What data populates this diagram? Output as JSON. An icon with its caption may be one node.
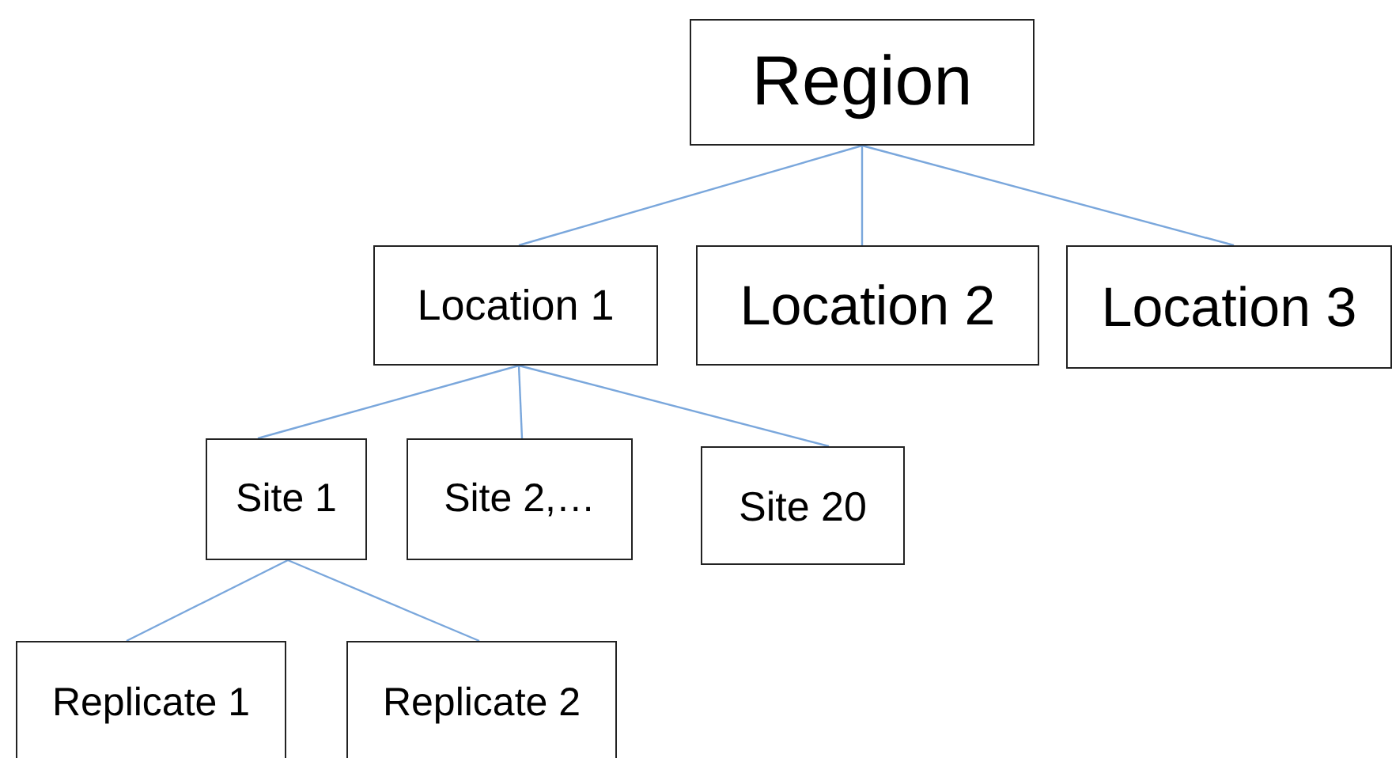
{
  "diagram": {
    "nodes": [
      {
        "text": [
          "Region"
        ]
      },
      {
        "text": [
          "Location 1"
        ]
      },
      {
        "text": [
          "Location 2"
        ]
      },
      {
        "text": [
          "Location 3"
        ]
      },
      {
        "text": [
          "Site 1"
        ]
      },
      {
        "text": [
          "Site 2,…"
        ]
      },
      {
        "text": [
          "Site 20"
        ]
      },
      {
        "text": [
          "Replicate 1"
        ]
      },
      {
        "text": [
          "Replicate 2"
        ]
      }
    ],
    "edges": [
      {
        "from": 0,
        "to": 1,
        "arrow": "none"
      },
      {
        "from": 0,
        "to": 2,
        "arrow": "none"
      },
      {
        "from": 0,
        "to": 3,
        "arrow": "none"
      },
      {
        "from": 1,
        "to": 4,
        "arrow": "none"
      },
      {
        "from": 1,
        "to": 5,
        "arrow": "none"
      },
      {
        "from": 1,
        "to": 6,
        "arrow": "none"
      },
      {
        "from": 4,
        "to": 7,
        "arrow": "none"
      },
      {
        "from": 4,
        "to": 8,
        "arrow": "none"
      }
    ]
  }
}
